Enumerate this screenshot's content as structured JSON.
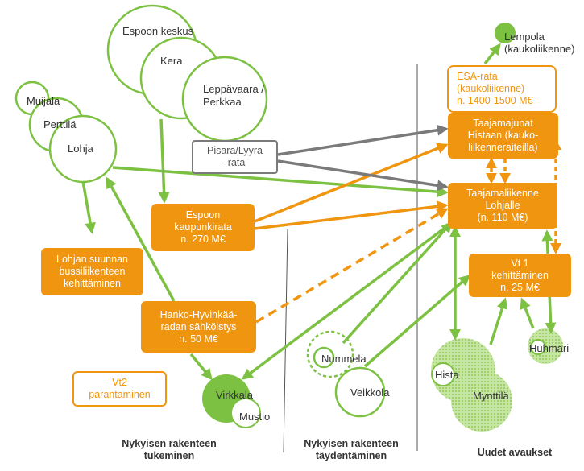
{
  "colors": {
    "green": "#7dc142",
    "green_light": "#b9de8d",
    "orange": "#f0950f",
    "grey": "#7a7a7a",
    "divider": "#555555"
  },
  "labels": {
    "espoon_keskus": "Espoon keskus",
    "kera": "Kera",
    "leppavaara_1": "Leppävaara /",
    "leppavaara_2": "Perkkaa",
    "muijala": "Muijala",
    "perttila": "Perttilä",
    "lohja": "Lohja",
    "lempola_1": "Lempola",
    "lempola_2": "(kaukoliikenne)",
    "nummela": "Nummela",
    "veikkola": "Veikkola",
    "virkkala": "Virkkala",
    "mustio": "Mustio",
    "hista": "Hista",
    "myntti": "Mynttilä",
    "huhmari": "Huhmari"
  },
  "boxes": {
    "pisara_1": "Pisara/Lyyra",
    "pisara_2": "-rata",
    "esa_1": "ESA-rata",
    "esa_2": "(kaukoliikenne)",
    "esa_3": "n. 1400-1500 M€",
    "taajamajunat_1": "Taajamajunat",
    "taajamajunat_2": "Histaan (kauko-",
    "taajamajunat_3": "liikenneraiteilla)",
    "taajamaliikenne_1": "Taajamaliikenne",
    "taajamaliikenne_2": "Lohjalle",
    "taajamaliikenne_3": "(n. 110 M€)",
    "kaupunkirata_1": "Espoon",
    "kaupunkirata_2": "kaupunkirata",
    "kaupunkirata_3": "n. 270 M€",
    "bussi_1": "Lohjan suunnan",
    "bussi_2": "bussiliikenteen",
    "bussi_3": "kehittäminen",
    "hanko_1": "Hanko-Hyvinkää-",
    "hanko_2": "radan sähköistys",
    "hanko_3": "n. 50 M€",
    "vt1_1": "Vt 1",
    "vt1_2": "kehittäminen",
    "vt1_3": "n. 25 M€",
    "vt2_1": "Vt2",
    "vt2_2": "parantaminen"
  },
  "columns": {
    "col1_1": "Nykyisen rakenteen",
    "col1_2": "tukeminen",
    "col2_1": "Nykyisen rakenteen",
    "col2_2": "täydentäminen",
    "col3": "Uudet avaukset"
  }
}
